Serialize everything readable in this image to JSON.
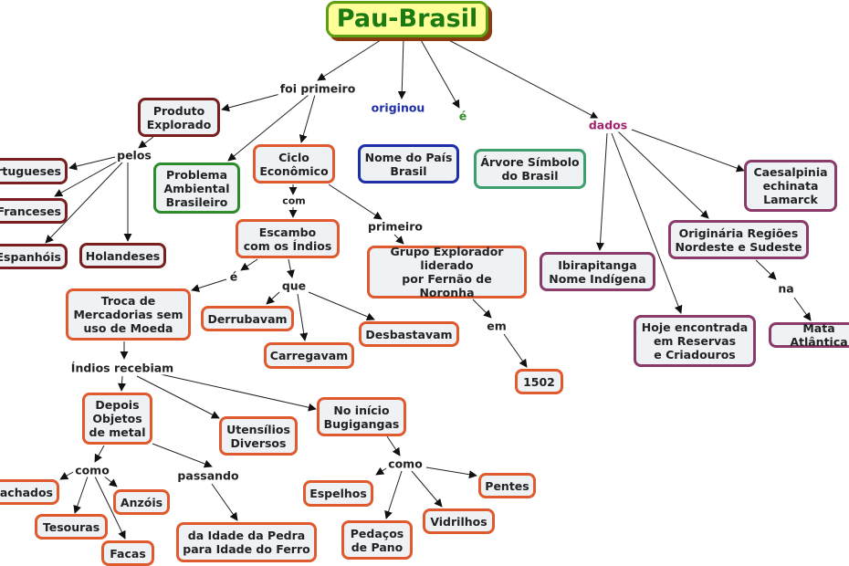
{
  "title": "Pau-Brasil",
  "nodes": {
    "root": "Pau-Brasil",
    "produto": "Produto\nExplorado",
    "problema": "Problema\nAmbiental\nBrasileiro",
    "ciclo": "Ciclo\nEconômico",
    "nome_pais": "Nome do País\nBrasil",
    "arvore": "Árvore Símbolo\ndo Brasil",
    "portugueses": "Portugueses",
    "franceses": "Franceses",
    "espanhois": "Espanhóis",
    "holandeses": "Holandeses",
    "escambo": "Escambo\ncom os Índios",
    "grupo": "Grupo Explorador\nliderado\npor Fernão de Noronha",
    "troca": "Troca de\nMercadorias sem\nuso de Moeda",
    "derrubavam": "Derrubavam",
    "carregavam": "Carregavam",
    "desbastavam": "Desbastavam",
    "ano": "1502",
    "depois": "Depois\nObjetos\nde metal",
    "utensilios": "Utensílios\nDiversos",
    "inicio": "No início\nBugigangas",
    "machados": "Machados",
    "tesouras": "Tesouras",
    "facas": "Facas",
    "anzois": "Anzóis",
    "idade": "da Idade da Pedra\npara Idade do Ferro",
    "espelhos": "Espelhos",
    "pedacos": "Pedaços\nde Pano",
    "vidrilhos": "Vidrilhos",
    "pentes": "Pentes",
    "caesalpinia": "Caesalpinia\nechinata\nLamarck",
    "originaria": "Originária Regiões\nNordeste e Sudeste",
    "ibirapitanga": "Ibirapitanga\nNome Indígena",
    "hoje": "Hoje encontrada\nem Reservas\ne Criadouros",
    "mata": "Mata Atlântica"
  },
  "links": {
    "foi_primeiro": "foi primeiro",
    "originou": "originou",
    "e_simbolo": "é",
    "dados": "dados",
    "pelos": "pelos",
    "com": "com",
    "primeiro": "primeiro",
    "e_troca": "é",
    "que": "que",
    "em": "em",
    "indios_recebiam": "Índios recebiam",
    "como_metal": "como",
    "passando": "passando",
    "como_bugigangas": "como",
    "na": "na"
  },
  "colors": {
    "root_fill": "#ffff99",
    "root_border": "#5aa012",
    "root_text": "#1b7a12",
    "orange_border": "#e05a2f",
    "maroon_border": "#7a1f1f",
    "green_border": "#2e8b2e",
    "blue_border": "#1e2ea8",
    "purple_border": "#8a3b6a",
    "node_fill": "#eef2f5"
  }
}
